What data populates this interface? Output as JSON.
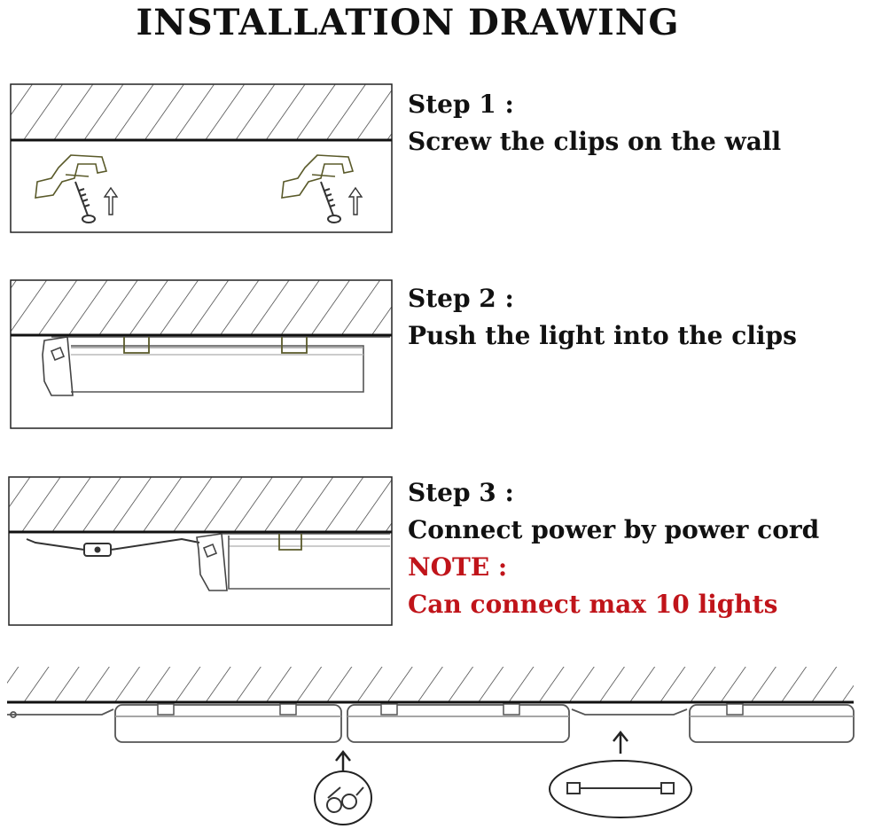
{
  "title": "INSTALLATION DRAWING",
  "steps": [
    {
      "heading": "Step 1 :",
      "text": "Screw the clips on the wall"
    },
    {
      "heading": "Step 2 :",
      "text": "Push the light into the clips"
    },
    {
      "heading": "Step 3 :",
      "text": "Connect power by power cord",
      "note_heading": "NOTE :",
      "note_text": "Can connect max 10 lights"
    }
  ],
  "colors": {
    "line": "#222222",
    "note": "#c0141a",
    "clip": "#5a5a2a"
  },
  "icons": [
    "screw-icon",
    "clip-icon",
    "arrow-up-icon",
    "connector-icon",
    "linking-cord-icon"
  ]
}
